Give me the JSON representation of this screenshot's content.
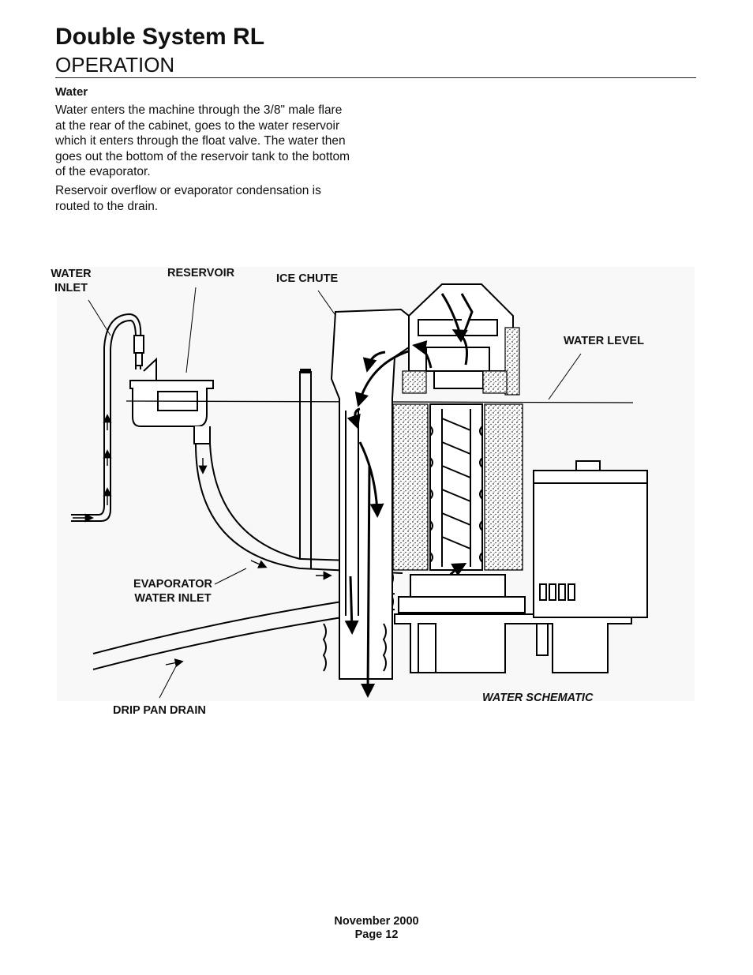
{
  "header": {
    "title": "Double System RL",
    "subtitle": "OPERATION"
  },
  "section": {
    "heading": "Water",
    "paragraphs": [
      "Water enters the machine through the 3/8\" male flare at the rear of the cabinet, goes to the water reservoir which it enters through the float valve. The water then goes out the bottom of the reservoir tank to the bottom of the evaporator.",
      "Reservoir overflow or evaporator condensation is routed to the drain."
    ]
  },
  "diagram": {
    "labels": {
      "water_inlet": "WATER\nINLET",
      "reservoir": "RESERVOIR",
      "ice_chute": "ICE CHUTE",
      "water_level": "WATER LEVEL",
      "evaporator_water_inlet": "EVAPORATOR\nWATER INLET",
      "drip_pan_drain": "DRIP PAN DRAIN"
    },
    "caption": "WATER SCHEMATIC"
  },
  "footer": {
    "date": "November 2000",
    "page": "Page 12"
  }
}
